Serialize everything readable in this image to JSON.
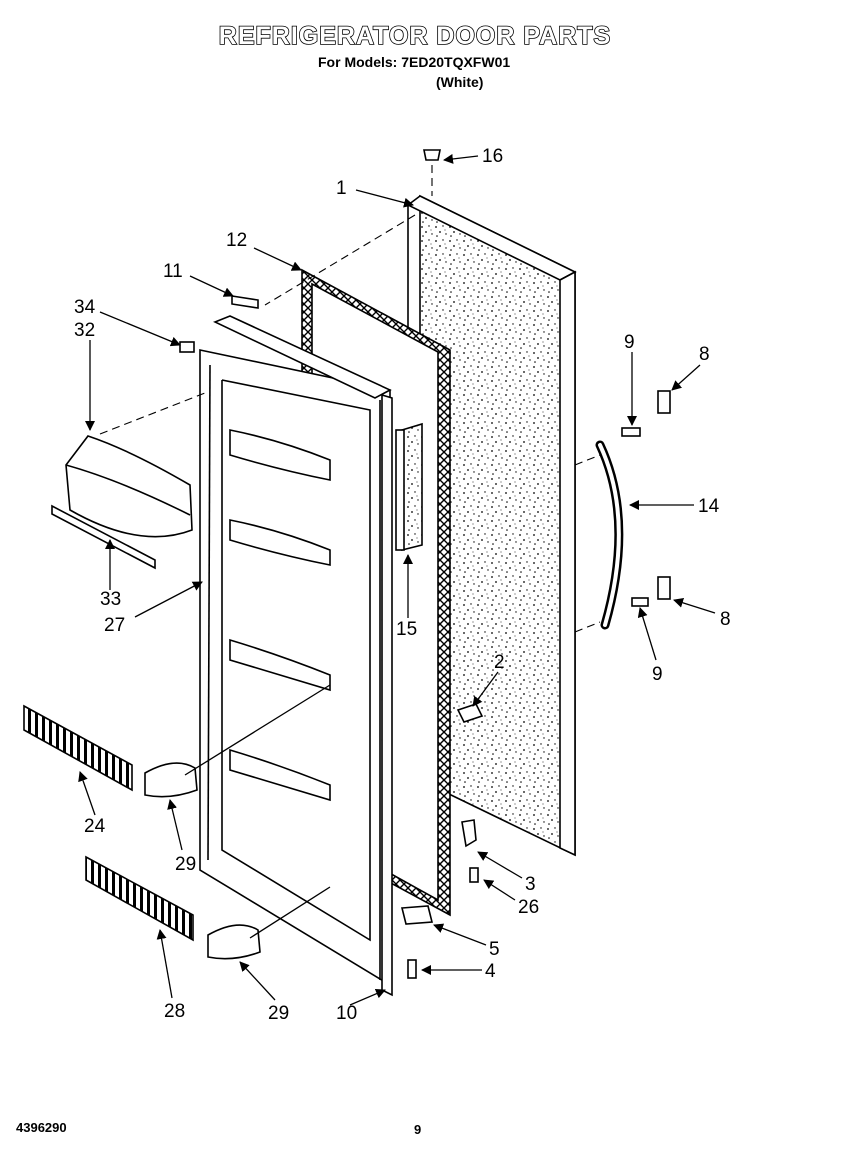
{
  "header": {
    "title": "REFRIGERATOR DOOR PARTS",
    "models_line": "For Models: 7ED20TQXFW01",
    "color_line": "(White)"
  },
  "footer": {
    "doc_number": "4396290",
    "page_number": "9"
  },
  "callouts": {
    "c1": "1",
    "c2": "2",
    "c3": "3",
    "c4": "4",
    "c5": "5",
    "c8a": "8",
    "c8b": "8",
    "c9a": "9",
    "c9b": "9",
    "c10": "10",
    "c11": "11",
    "c12": "12",
    "c14": "14",
    "c15": "15",
    "c16": "16",
    "c24": "24",
    "c26": "26",
    "c27": "27",
    "c28": "28",
    "c29a": "29",
    "c29b": "29",
    "c32": "32",
    "c33": "33",
    "c34": "34"
  }
}
